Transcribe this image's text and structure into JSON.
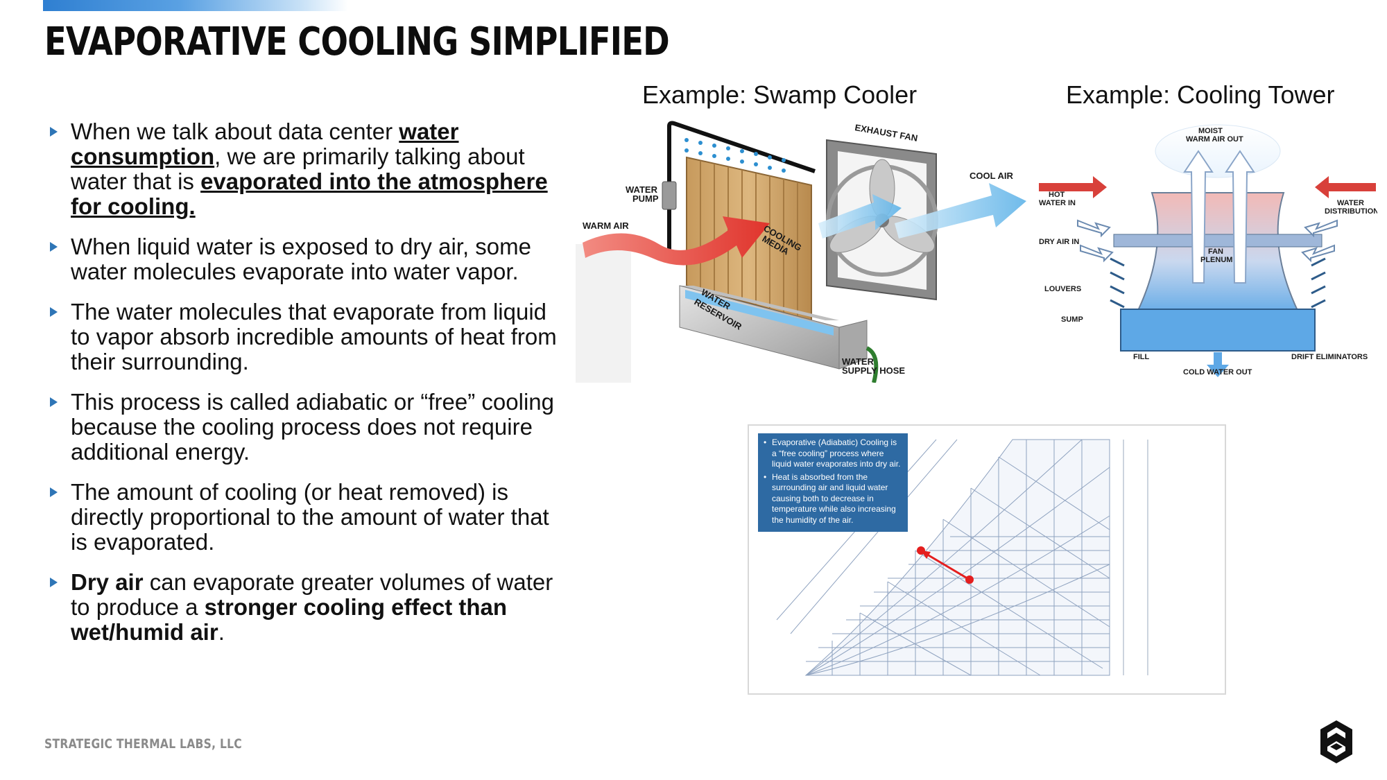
{
  "title": "EVAPORATIVE COOLING SIMPLIFIED",
  "bullets": [
    {
      "parts": [
        "When we talk about data center ",
        "water consumption",
        ", we are primarily talking about water that is ",
        "evaporated into the atmosphere for cooling."
      ]
    },
    {
      "text": "When liquid water is exposed to dry air, some water molecules evaporate into water vapor."
    },
    {
      "text": "The water molecules that evaporate from liquid to vapor absorb incredible amounts of heat from their surrounding."
    },
    {
      "text": "This process is called adiabatic or “free” cooling because the cooling process does not require additional energy."
    },
    {
      "text": "The amount of cooling (or heat removed) is directly proportional to the amount of water that is evaporated."
    },
    {
      "parts": [
        "Dry air",
        " can evaporate greater volumes of water to produce a ",
        "stronger cooling effect than wet/humid air",
        "."
      ]
    }
  ],
  "captions": {
    "swamp": "Example: Swamp Cooler",
    "tower": "Example: Cooling Tower"
  },
  "swamp_labels": {
    "exhaust_fan": "EXHAUST FAN",
    "cool_air": "COOL AIR",
    "water_pump": [
      "WATER",
      "PUMP"
    ],
    "warm_air": "WARM AIR",
    "cooling_media": [
      "COOLING",
      "MEDIA"
    ],
    "water_reservoir": [
      "WATER",
      "RESERVOIR"
    ],
    "water_supply_hose": [
      "WATER",
      "SUPPLY HOSE"
    ]
  },
  "tower_labels": {
    "moist_warm_air_out": [
      "MOIST",
      "WARM AIR OUT"
    ],
    "hot_water_in": [
      "HOT",
      "WATER IN"
    ],
    "water_distribution": [
      "WATER",
      "DISTRIBUTION"
    ],
    "fan_plenum": [
      "FAN",
      "PLENUM"
    ],
    "dry_air_in": "DRY AIR IN",
    "louvers": "LOUVERS",
    "sump": "SUMP",
    "fill": "FILL",
    "drift_eliminators": "DRIFT ELIMINATORS",
    "cold_water_out": "COLD WATER OUT"
  },
  "psychrometric_note": [
    "Evaporative (Adiabatic) Cooling is a “free cooling” process where liquid water evaporates into dry air.",
    "Heat is absorbed from the surrounding air and liquid water causing both to decrease in temperature while also increasing the humidity of the air."
  ],
  "footer": {
    "company": "STRATEGIC THERMAL LABS, LLC"
  },
  "colors": {
    "accent": "#2e75b6",
    "note_bg": "#2e6aa3",
    "process_line": "#e41e1e"
  },
  "icons": {
    "logo": "company-logo-icon"
  }
}
